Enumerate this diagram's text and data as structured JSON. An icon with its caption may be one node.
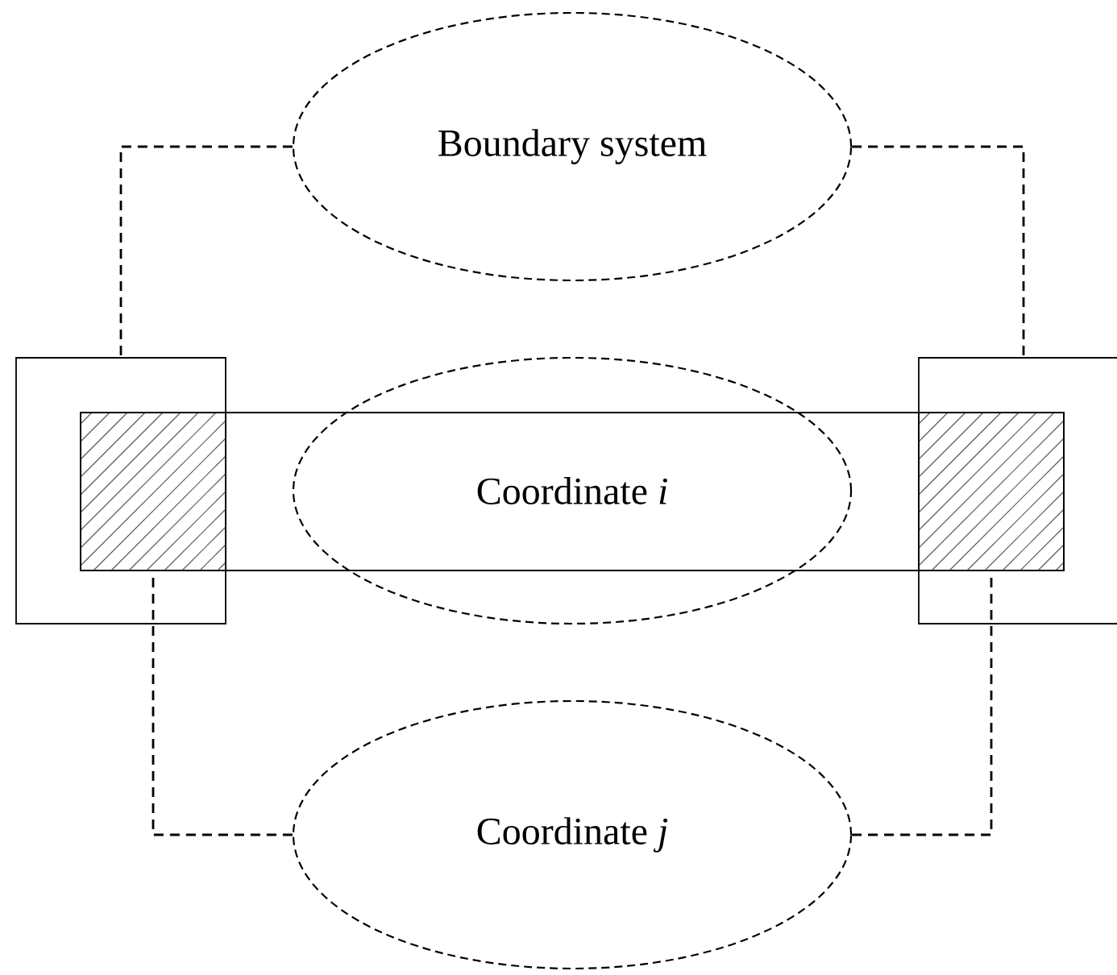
{
  "diagram": {
    "nodes": [
      {
        "text": [
          "Boundary system"
        ]
      },
      {
        "text": [],
        "shape": "box"
      },
      {
        "text": [],
        "shape": "hatched",
        "in": 1
      },
      {
        "text": [
          "Coordinate *i*"
        ]
      },
      {
        "text": [],
        "shape": "box"
      },
      {
        "text": [],
        "shape": "hatched",
        "in": 4
      },
      {
        "text": [
          "Coordinate *j*"
        ]
      }
    ],
    "edges": [
      {
        "from": 0,
        "to": 1,
        "arrow": "none"
      },
      {
        "from": 0,
        "to": 4,
        "arrow": "none"
      },
      {
        "from": 6,
        "to": 2,
        "arrow": "none"
      },
      {
        "from": 6,
        "to": 5,
        "arrow": "none"
      }
    ]
  }
}
